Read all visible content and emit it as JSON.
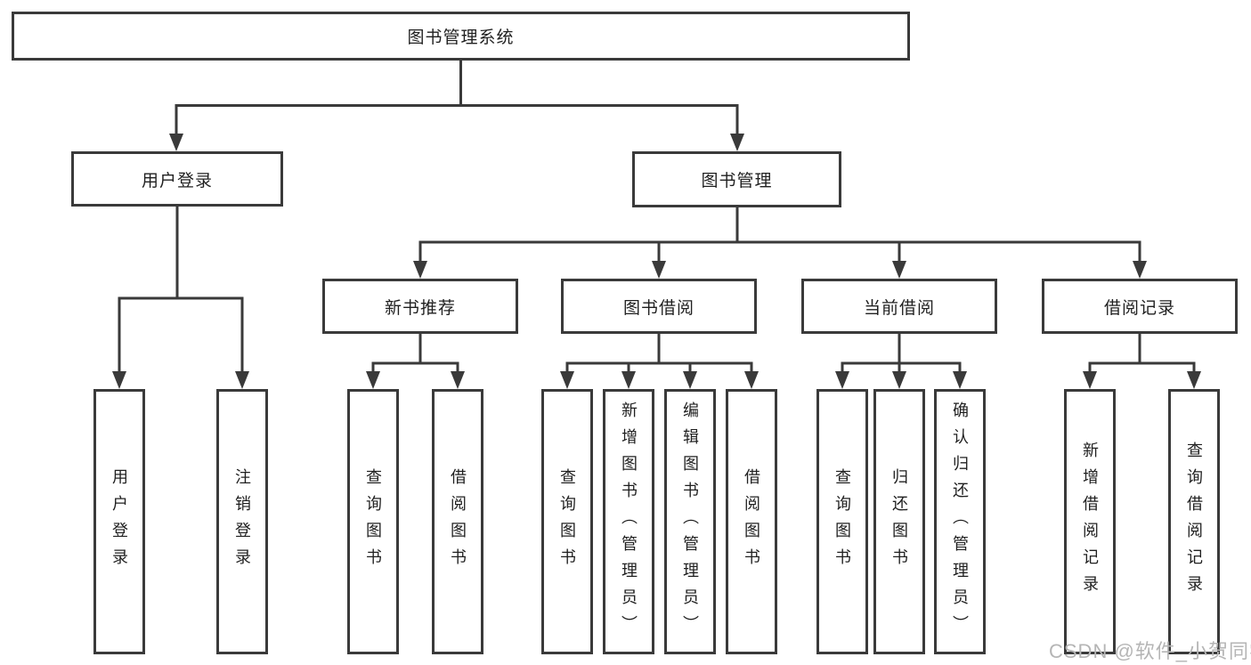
{
  "tree": {
    "root": "图书管理系统",
    "branches": [
      {
        "label": "用户登录",
        "leaves": [
          "用户登录",
          "注销登录"
        ]
      },
      {
        "label": "图书管理",
        "groups": [
          {
            "label": "新书推荐",
            "leaves": [
              "查询图书",
              "借阅图书"
            ]
          },
          {
            "label": "图书借阅",
            "leaves": [
              "查询图书",
              "新增图书（管理员）",
              "编辑图书（管理员）",
              "借阅图书"
            ]
          },
          {
            "label": "当前借阅",
            "leaves": [
              "查询图书",
              "归还图书",
              "确认归还（管理员）"
            ]
          },
          {
            "label": "借阅记录",
            "leaves": [
              "新增借阅记录",
              "查询借阅记录"
            ]
          }
        ]
      }
    ]
  },
  "watermark": {
    "text": "CSDN @软件_小贺同学"
  },
  "style": {
    "line_color": "#3a3a3a",
    "box_background": "#ffffff",
    "text_color": "#1f1f1f",
    "watermark_color": "#b5b5b5"
  }
}
